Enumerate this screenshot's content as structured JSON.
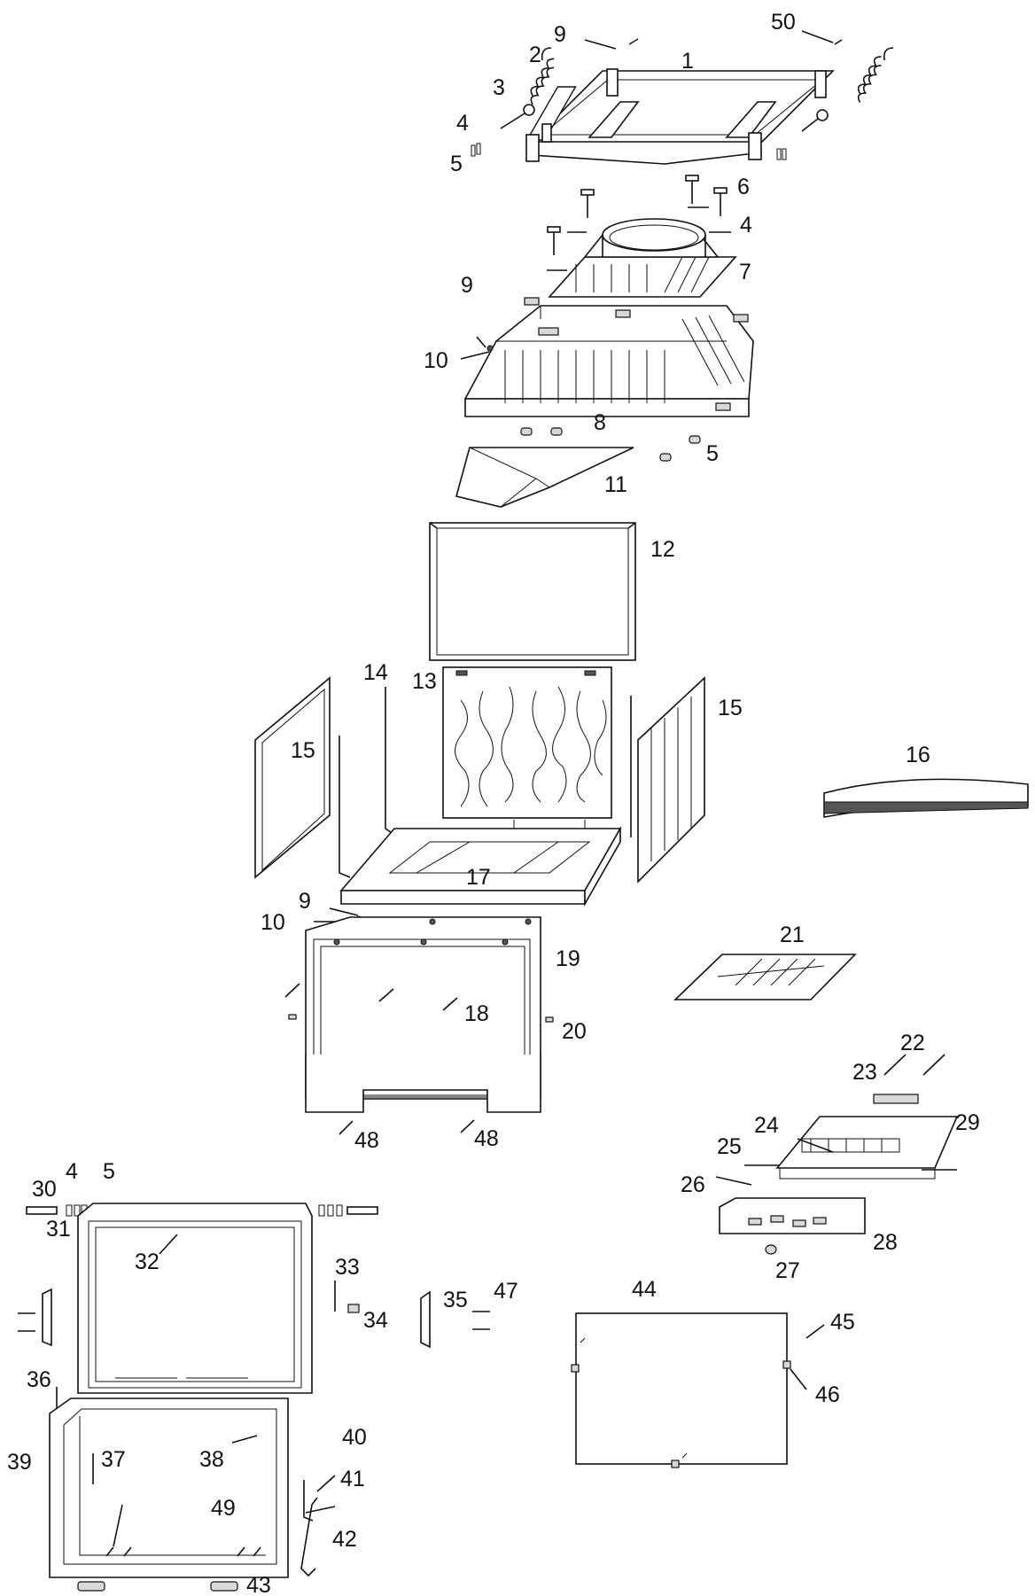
{
  "labels": {
    "p1": "1",
    "p2": "2",
    "p3": "3",
    "p4a": "4",
    "p5a": "5",
    "p9a": "9",
    "p50": "50",
    "p6": "6",
    "p4b": "4",
    "p7": "7",
    "p9b": "9",
    "p10a": "10",
    "p8": "8",
    "p5b": "5",
    "p11": "11",
    "p12": "12",
    "p13": "13",
    "p14": "14",
    "p15a": "15",
    "p15b": "15",
    "p16": "16",
    "p17": "17",
    "p9c": "9",
    "p10b": "10",
    "p19": "19",
    "p18": "18",
    "p20": "20",
    "p21": "21",
    "p48a": "48",
    "p48b": "48",
    "p22": "22",
    "p23": "23",
    "p24": "24",
    "p29": "29",
    "p25": "25",
    "p26": "26",
    "p28": "28",
    "p27": "27",
    "p30": "30",
    "p4c": "4",
    "p5c": "5",
    "p31": "31",
    "p32": "32",
    "p33": "33",
    "p34": "34",
    "p35": "35",
    "p47": "47",
    "p44": "44",
    "p45": "45",
    "p46": "46",
    "p36": "36",
    "p39": "39",
    "p37": "37",
    "p38": "38",
    "p40": "40",
    "p41": "41",
    "p49": "49",
    "p42": "42",
    "p43": "43"
  }
}
